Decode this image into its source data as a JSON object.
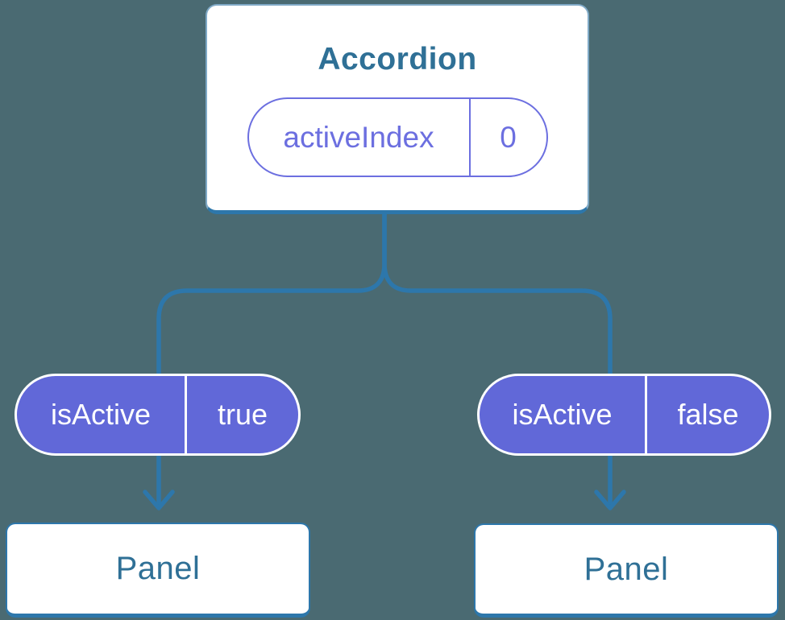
{
  "colors": {
    "background": "#4a6a72",
    "connector": "#2d77ab",
    "pill_fill": "#6168d8",
    "pill_outline": "#6c6fe0",
    "card_text": "#2f7096",
    "card_bg": "#ffffff"
  },
  "accordion": {
    "title": "Accordion",
    "state": {
      "name": "activeIndex",
      "value": "0"
    }
  },
  "panels": [
    {
      "prop_name": "isActive",
      "prop_value": "true",
      "title": "Panel"
    },
    {
      "prop_name": "isActive",
      "prop_value": "false",
      "title": "Panel"
    }
  ]
}
